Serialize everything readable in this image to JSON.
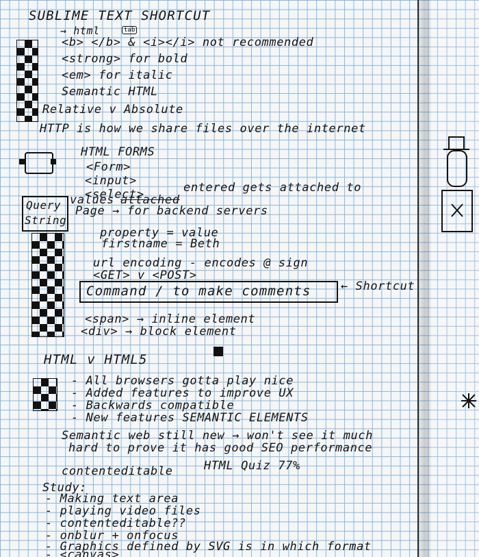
{
  "notes": {
    "title": "SUBLIME TEXT SHORTCUT",
    "html_shortcut": "→ html",
    "tab_key": "tab",
    "line_b_i": "<b> </b> & <i></i> not recommended",
    "line_strong": "<strong> for bold",
    "line_em": "<em> for italic",
    "line_semantic": "Semantic HTML",
    "line_relative": "Relative v Absolute",
    "line_http": "HTTP is how we share files over the internet",
    "forms_heading": "HTML FORMS",
    "forms_form": "<Form>",
    "forms_input": "<input>",
    "forms_select": "<select>",
    "query_label_1": "Query",
    "query_label_2": "String",
    "query_text_1": "values",
    "query_struck": "attached",
    "query_text_2": "entered gets attached to",
    "query_text_3": "Page → for backend servers",
    "property": "property = value",
    "firstname": "firstname = Beth",
    "url_encoding": "url encoding - encodes @ sign",
    "get_post": "<GET> v <POST>",
    "command": "Command / to make comments",
    "shortcut_note": "← Shortcut",
    "span": "<span> → inline element",
    "div": "<div> → block element",
    "html_v_html5": "HTML v HTML5",
    "b1": "- All browsers gotta play nice",
    "b2": "- Added features to improve UX",
    "b3": "- Backwards compatible",
    "b4": "- New features SEMANTIC ELEMENTS",
    "semantic_web_1": "Semantic web still new → won't see it much",
    "semantic_web_2": "hard to prove it has good SEO performance",
    "contenteditable": "contenteditable",
    "quiz": "HTML Quiz 77%",
    "study": "Study:",
    "s1": "- Making text area",
    "s2": "- playing video files",
    "s3": "- contenteditable??",
    "s4": "- onblur + onfocus",
    "s5": "- Graphics defined by SVG is in which format",
    "s6": "- <canvas>"
  }
}
